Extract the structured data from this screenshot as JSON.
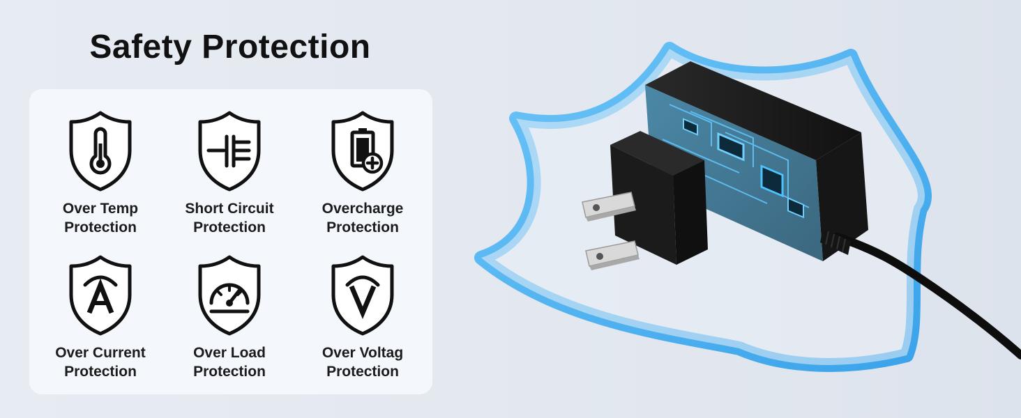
{
  "title": "Safety Protection",
  "features": [
    {
      "line1": "Over Temp",
      "line2": "Protection",
      "icon": "thermometer-shield-icon"
    },
    {
      "line1": "Short Circuit",
      "line2": "Protection",
      "icon": "capacitor-shield-icon"
    },
    {
      "line1": "Overcharge",
      "line2": "Protection",
      "icon": "battery-plus-shield-icon"
    },
    {
      "line1": "Over Current",
      "line2": "Protection",
      "icon": "ampere-shield-icon"
    },
    {
      "line1": "Over Load",
      "line2": "Protection",
      "icon": "gauge-shield-icon"
    },
    {
      "line1": "Over Voltag",
      "line2": "Protection",
      "icon": "volt-shield-icon"
    }
  ],
  "colors": {
    "accent_blue": "#3fa9f0",
    "text": "#111111",
    "panel": "#f4f7fb",
    "background": "#e4e9f1"
  }
}
